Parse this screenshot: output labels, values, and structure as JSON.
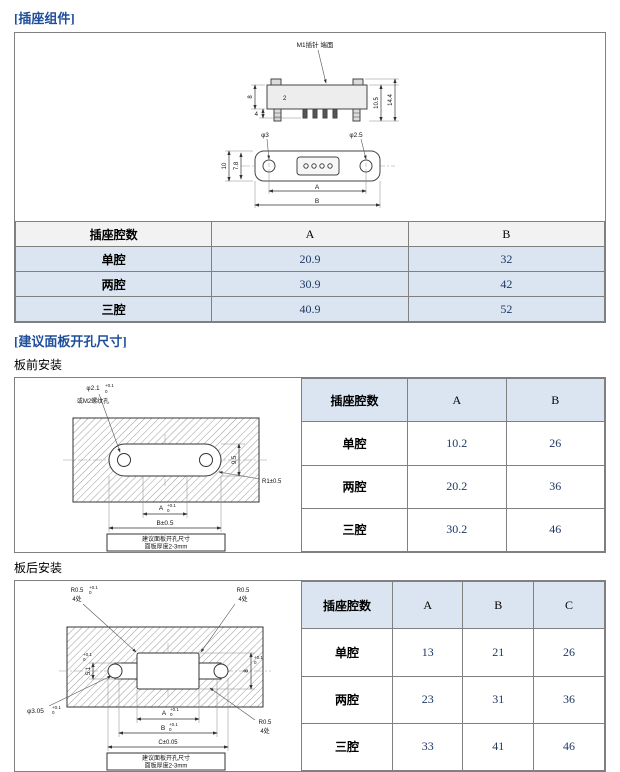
{
  "page": {
    "section1_title": "[插座组件]",
    "section2_title": "[建议面板开孔尺寸]",
    "subsection_front": "板前安装",
    "subsection_rear": "板后安装"
  },
  "tol": {
    "plus": "+0.1",
    "zero": "0"
  },
  "drawing1": {
    "pin_label": "M1插针 端面",
    "mark": "2",
    "dim_14_4": "14.4",
    "dim_10_5": "10.5",
    "dim_8": "8",
    "dim_4": "4",
    "phi3": "φ3",
    "phi2_5": "φ2.5",
    "dim_10": "10",
    "dim_7_8": "7.8",
    "dim_A": "A",
    "dim_B": "B"
  },
  "table1": {
    "headers": [
      "插座腔数",
      "A",
      "B"
    ],
    "rows": [
      [
        "单腔",
        "20.9",
        "32"
      ],
      [
        "两腔",
        "30.9",
        "42"
      ],
      [
        "三腔",
        "40.9",
        "52"
      ]
    ]
  },
  "drawing2": {
    "phi": "φ2.1",
    "thread_note": "或M2螺纹孔",
    "dim_9_5": "9.5",
    "r1": "R1±0.5",
    "dim_A": "A",
    "dim_B": "B±0.5",
    "note_line1": "建议面板开孔尺寸",
    "note_line2": "面板厚度2-3mm"
  },
  "table2": {
    "headers": [
      "插座腔数",
      "A",
      "B"
    ],
    "rows": [
      [
        "单腔",
        "10.2",
        "26"
      ],
      [
        "两腔",
        "20.2",
        "36"
      ],
      [
        "三腔",
        "30.2",
        "46"
      ]
    ]
  },
  "drawing3": {
    "r05": "R0.5",
    "places": "4处",
    "phi": "φ3.05",
    "dim_5_1": "5.1",
    "dim_8": "8",
    "dim_A": "A",
    "dim_B": "B",
    "dim_C": "C±0.05",
    "note_line1": "建议面板开孔尺寸",
    "note_line2": "面板厚度2-3mm"
  },
  "table3": {
    "headers": [
      "插座腔数",
      "A",
      "B",
      "C"
    ],
    "rows": [
      [
        "单腔",
        "13",
        "21",
        "26"
      ],
      [
        "两腔",
        "23",
        "31",
        "36"
      ],
      [
        "三腔",
        "33",
        "41",
        "46"
      ]
    ]
  }
}
